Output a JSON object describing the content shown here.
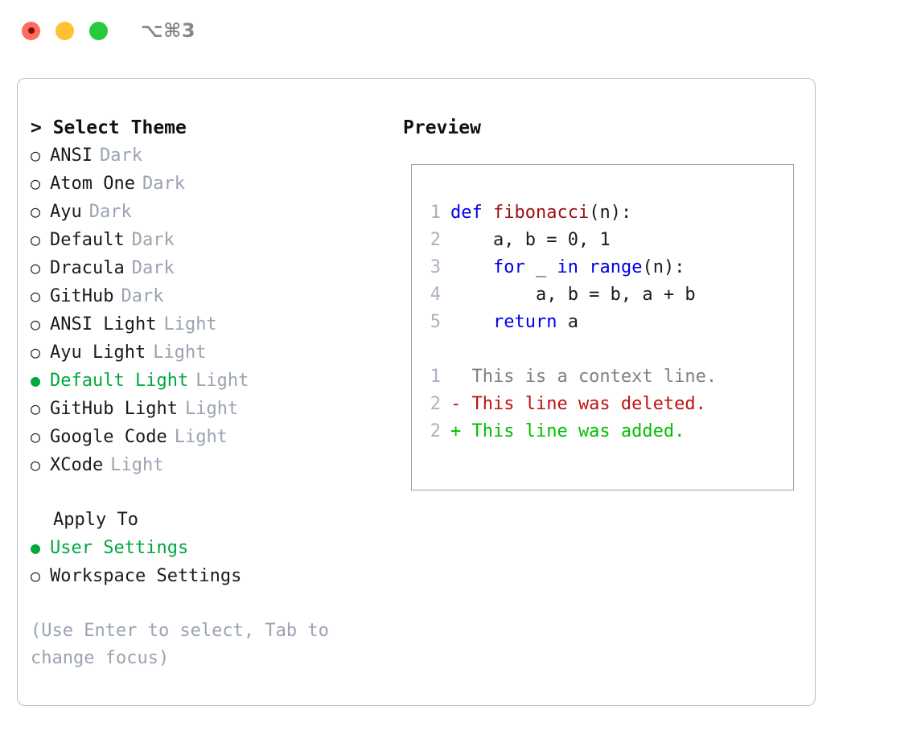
{
  "window": {
    "shortcut_label": "⌥⌘3",
    "traffic_lights": [
      "close-red",
      "minimize-yellow",
      "maximize-green"
    ]
  },
  "theme_picker": {
    "header": "> Select Theme",
    "marker_selected": "●",
    "marker_unselected": "○",
    "themes": [
      {
        "name": "ANSI",
        "tag": "Dark",
        "selected": false
      },
      {
        "name": "Atom One",
        "tag": "Dark",
        "selected": false
      },
      {
        "name": "Ayu",
        "tag": "Dark",
        "selected": false
      },
      {
        "name": "Default",
        "tag": "Dark",
        "selected": false
      },
      {
        "name": "Dracula",
        "tag": "Dark",
        "selected": false
      },
      {
        "name": "GitHub",
        "tag": "Dark",
        "selected": false
      },
      {
        "name": "ANSI Light",
        "tag": "Light",
        "selected": false
      },
      {
        "name": "Ayu Light",
        "tag": "Light",
        "selected": false
      },
      {
        "name": "Default Light",
        "tag": "Light",
        "selected": true
      },
      {
        "name": "GitHub Light",
        "tag": "Light",
        "selected": false
      },
      {
        "name": "Google Code",
        "tag": "Light",
        "selected": false
      },
      {
        "name": "XCode",
        "tag": "Light",
        "selected": false
      }
    ]
  },
  "apply_to": {
    "header": "Apply To",
    "options": [
      {
        "label": "User Settings",
        "selected": true
      },
      {
        "label": "Workspace Settings",
        "selected": false
      }
    ]
  },
  "hint": "(Use Enter to select, Tab to change focus)",
  "preview": {
    "title": "Preview",
    "code_lines": [
      {
        "no": "1",
        "tokens": [
          {
            "t": "def ",
            "c": "kw"
          },
          {
            "t": "fibonacci",
            "c": "fn"
          },
          {
            "t": "(n):",
            "c": "pun"
          }
        ]
      },
      {
        "no": "2",
        "tokens": [
          {
            "t": "    a, b = ",
            "c": "pun"
          },
          {
            "t": "0",
            "c": "num"
          },
          {
            "t": ", ",
            "c": "pun"
          },
          {
            "t": "1",
            "c": "num"
          }
        ]
      },
      {
        "no": "3",
        "tokens": [
          {
            "t": "    ",
            "c": "pun"
          },
          {
            "t": "for",
            "c": "kw"
          },
          {
            "t": " _ ",
            "c": "pun"
          },
          {
            "t": "in",
            "c": "kw"
          },
          {
            "t": " ",
            "c": "pun"
          },
          {
            "t": "range",
            "c": "kw"
          },
          {
            "t": "(n):",
            "c": "pun"
          }
        ]
      },
      {
        "no": "4",
        "tokens": [
          {
            "t": "        a, b = b, a + b",
            "c": "pun"
          }
        ]
      },
      {
        "no": "5",
        "tokens": [
          {
            "t": "    ",
            "c": "pun"
          },
          {
            "t": "return",
            "c": "kw"
          },
          {
            "t": " a",
            "c": "pun"
          }
        ]
      }
    ],
    "diff_lines": [
      {
        "no": "1",
        "text": "  This is a context line.",
        "kind": "ctx"
      },
      {
        "no": "2",
        "text": "- This line was deleted.",
        "kind": "del"
      },
      {
        "no": "2",
        "text": "+ This line was added.",
        "kind": "add"
      }
    ]
  },
  "colors": {
    "accent_green": "#00a83f",
    "muted": "#9aa3b0",
    "keyword_blue": "#0000e6",
    "function_red": "#9b1111",
    "diff_delete": "#c01010",
    "diff_add": "#00c000",
    "border": "#b9c0ca"
  }
}
